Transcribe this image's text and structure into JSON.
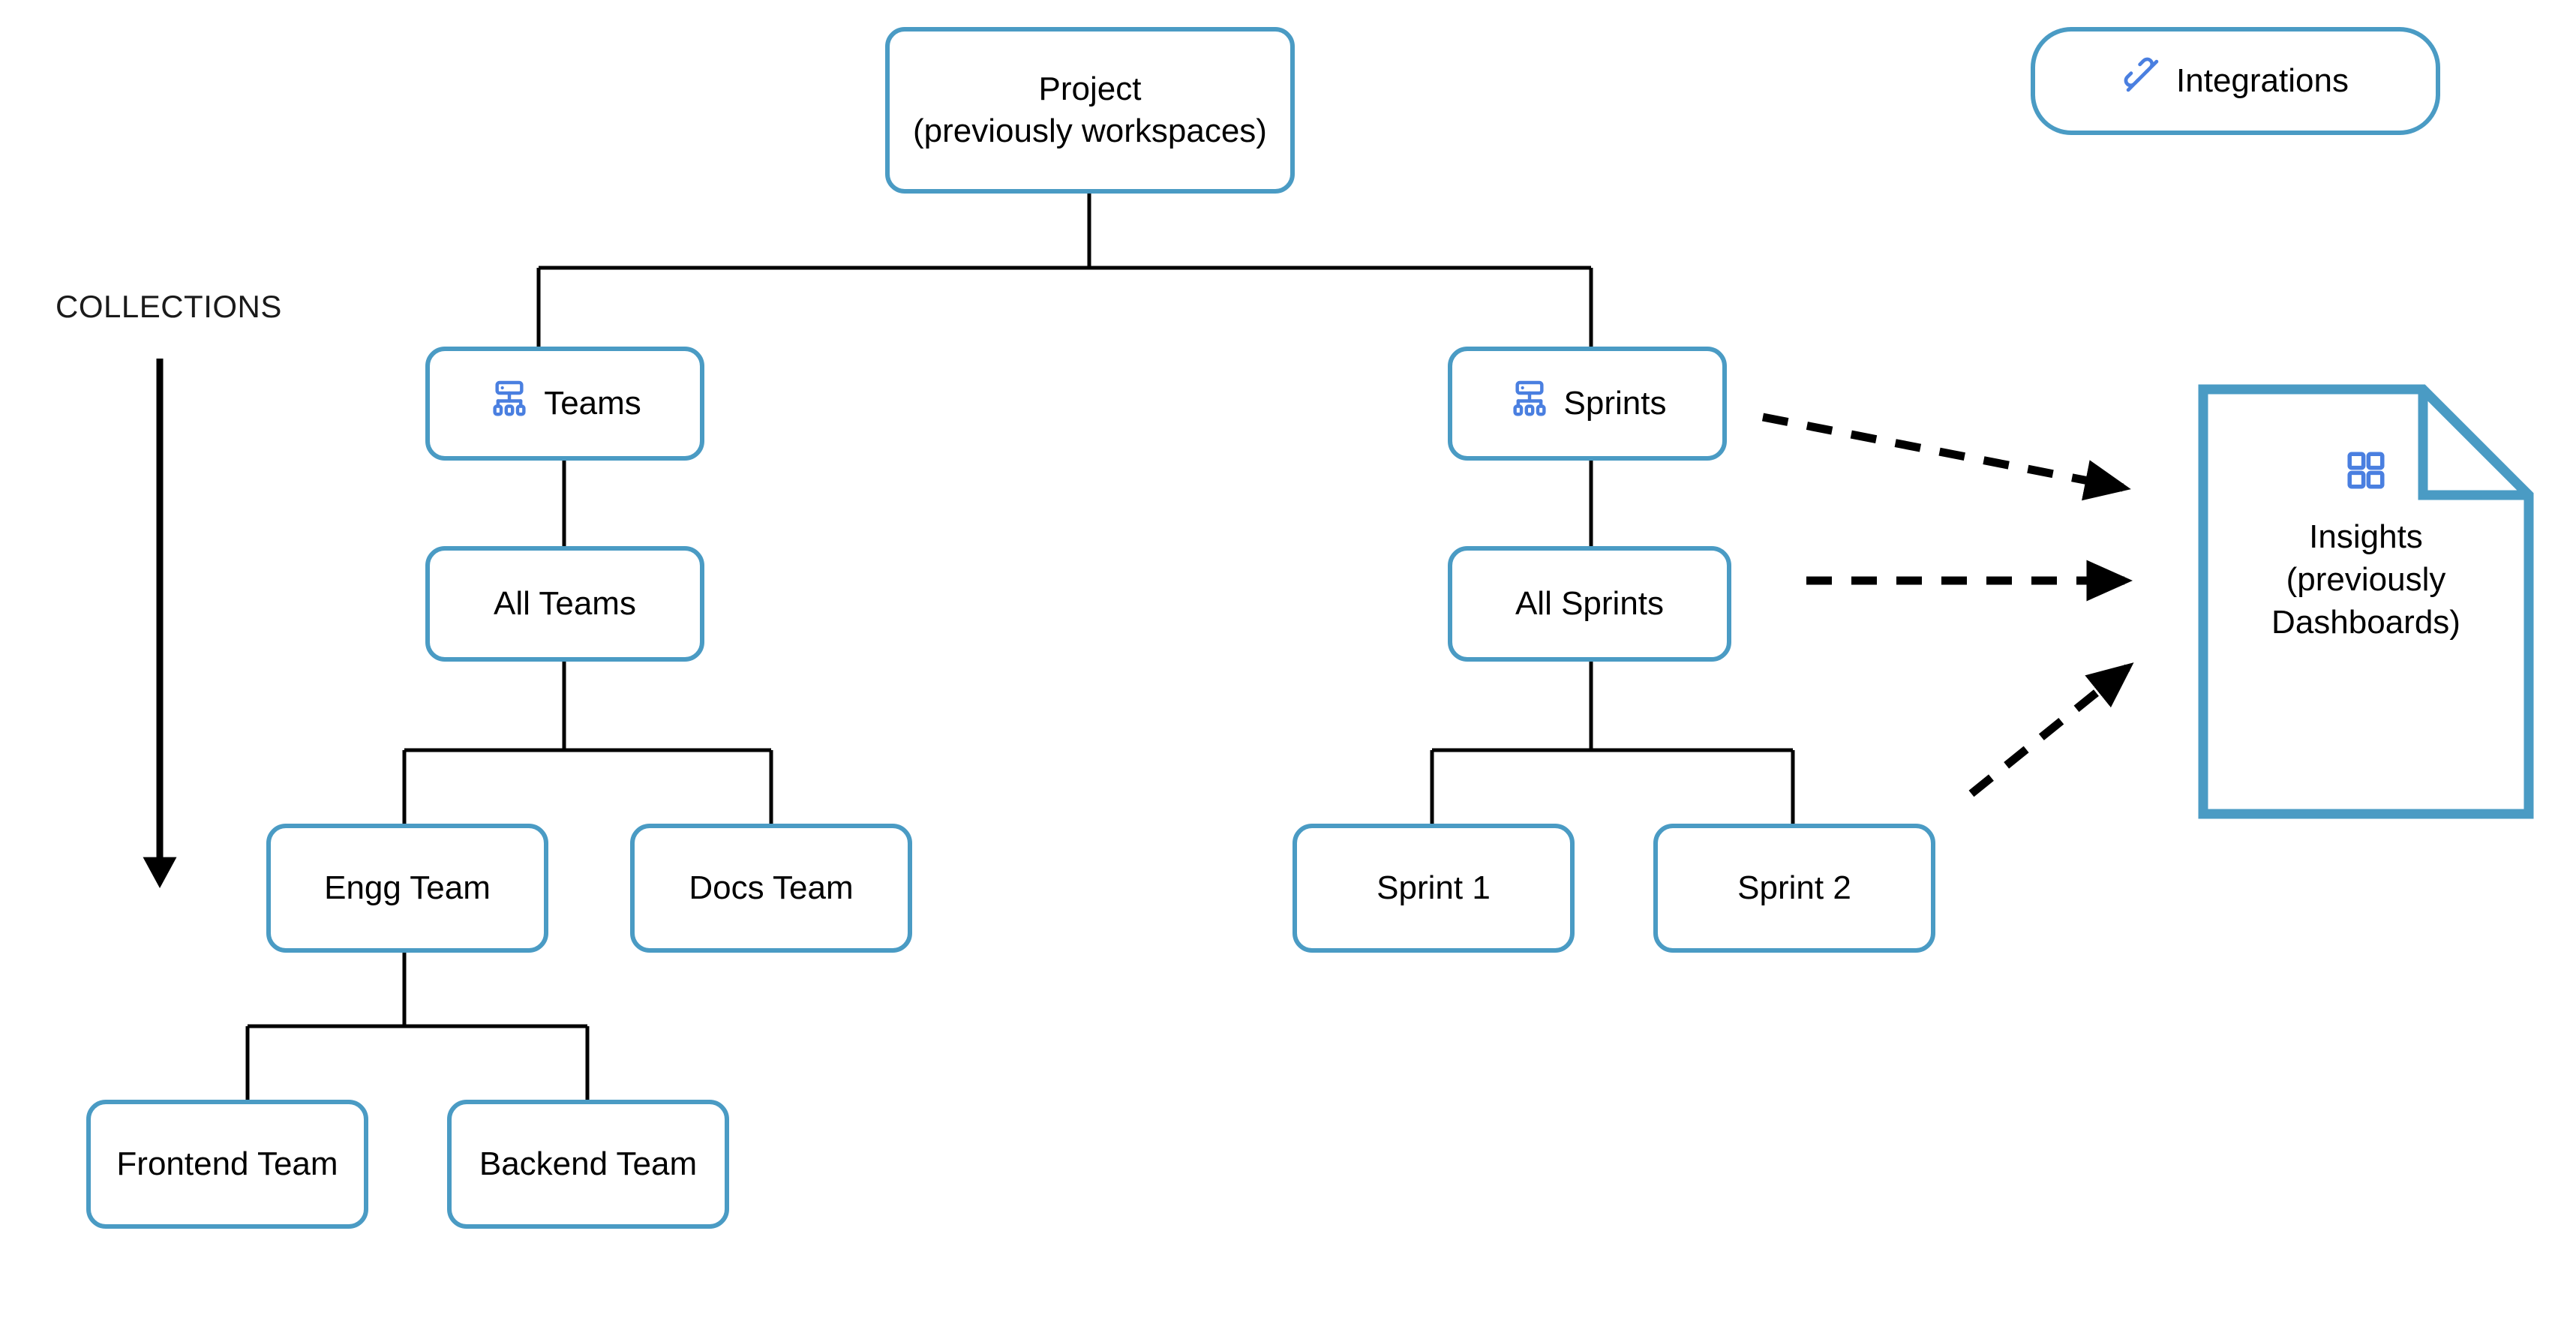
{
  "diagram": {
    "title_label": "COLLECTIONS",
    "colors": {
      "node_border": "#4a9bc4",
      "icon_blue": "#4a7fe0",
      "edge": "#000000",
      "text": "#000000",
      "background": "#ffffff"
    },
    "nodes": [
      {
        "id": "project",
        "label": "Project\n(previously workspaces)",
        "shape": "rounded-rect",
        "icon": null
      },
      {
        "id": "integrations",
        "label": "Integrations",
        "shape": "pill",
        "icon": "plug-icon"
      },
      {
        "id": "teams",
        "label": "Teams",
        "shape": "rounded-rect",
        "icon": "hierarchy-icon"
      },
      {
        "id": "sprints",
        "label": "Sprints",
        "shape": "rounded-rect",
        "icon": "hierarchy-icon"
      },
      {
        "id": "all-teams",
        "label": "All Teams",
        "shape": "rounded-rect",
        "icon": null
      },
      {
        "id": "all-sprints",
        "label": "All Sprints",
        "shape": "rounded-rect",
        "icon": null
      },
      {
        "id": "engg-team",
        "label": "Engg Team",
        "shape": "rounded-rect",
        "icon": null
      },
      {
        "id": "docs-team",
        "label": "Docs Team",
        "shape": "rounded-rect",
        "icon": null
      },
      {
        "id": "sprint-1",
        "label": "Sprint 1",
        "shape": "rounded-rect",
        "icon": null
      },
      {
        "id": "sprint-2",
        "label": "Sprint 2",
        "shape": "rounded-rect",
        "icon": null
      },
      {
        "id": "frontend-team",
        "label": "Frontend Team",
        "shape": "rounded-rect",
        "icon": null
      },
      {
        "id": "backend-team",
        "label": "Backend Team",
        "shape": "rounded-rect",
        "icon": null
      },
      {
        "id": "insights",
        "label": "Insights\n(previously\nDashboards)",
        "shape": "document",
        "icon": "grid-2x2-icon"
      }
    ],
    "edges": [
      {
        "from": "project",
        "to": "teams",
        "style": "solid"
      },
      {
        "from": "project",
        "to": "sprints",
        "style": "solid"
      },
      {
        "from": "teams",
        "to": "all-teams",
        "style": "solid"
      },
      {
        "from": "all-teams",
        "to": "engg-team",
        "style": "solid"
      },
      {
        "from": "all-teams",
        "to": "docs-team",
        "style": "solid"
      },
      {
        "from": "engg-team",
        "to": "frontend-team",
        "style": "solid"
      },
      {
        "from": "engg-team",
        "to": "backend-team",
        "style": "solid"
      },
      {
        "from": "sprints",
        "to": "all-sprints",
        "style": "solid"
      },
      {
        "from": "all-sprints",
        "to": "sprint-1",
        "style": "solid"
      },
      {
        "from": "all-sprints",
        "to": "sprint-2",
        "style": "solid"
      },
      {
        "from": "sprints",
        "to": "insights",
        "style": "dashed-arrow"
      },
      {
        "from": "all-sprints",
        "to": "insights",
        "style": "dashed-arrow"
      },
      {
        "from": "sprint-2",
        "to": "insights",
        "style": "dashed-arrow"
      }
    ],
    "collections_arrow": {
      "direction": "down",
      "description": "vertical downward arrow under COLLECTIONS label"
    }
  }
}
